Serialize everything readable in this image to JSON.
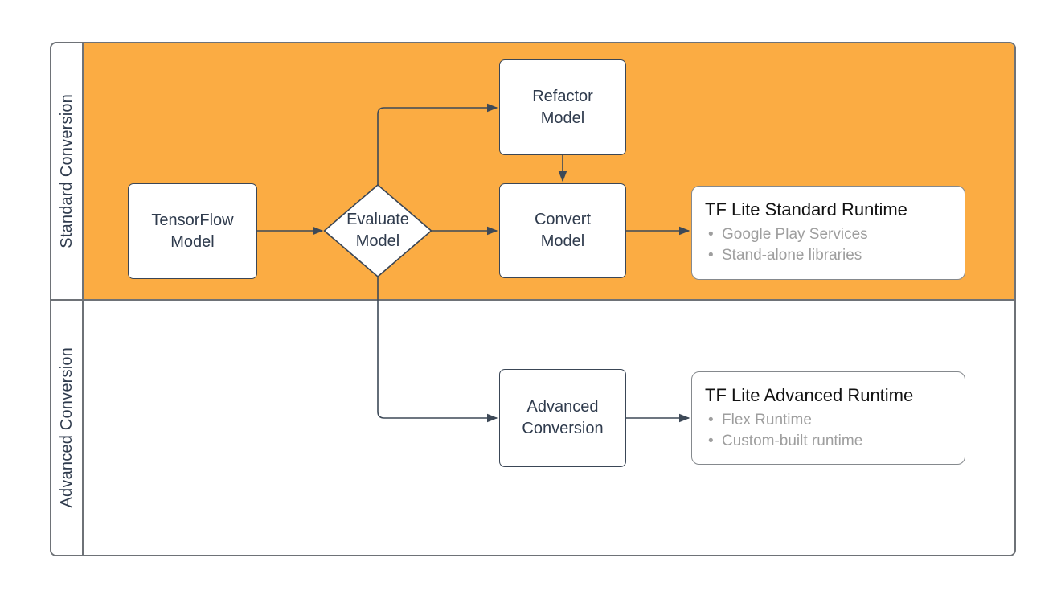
{
  "diagram": {
    "type": "flowchart-swimlane",
    "colors": {
      "standard_lane_fill": "#FBAC43",
      "advanced_lane_fill": "#FFFFFF",
      "pool_border": "#6E7277",
      "node_border": "#3A4656",
      "connector": "#3D4957",
      "runtime_box_border": "#85898D",
      "node_text": "#2F3B4D",
      "runtime_title_text": "#121212",
      "runtime_bullet_text": "#9E9E9E"
    },
    "lanes": [
      {
        "label": "Standard Conversion"
      },
      {
        "label": "Advanced Conversion"
      }
    ],
    "nodes": {
      "tensorflow_model": {
        "label": "TensorFlow Model",
        "shape": "rounded-rectangle",
        "lane": "Standard Conversion"
      },
      "evaluate_model": {
        "label": "Evaluate Model",
        "shape": "diamond",
        "lane": "Standard Conversion"
      },
      "refactor_model": {
        "label": "Refactor Model",
        "shape": "rounded-rectangle",
        "lane": "Standard Conversion"
      },
      "convert_model": {
        "label": "Convert Model",
        "shape": "rounded-rectangle",
        "lane": "Standard Conversion"
      },
      "advanced_conversion": {
        "label": "Advanced Conversion",
        "shape": "rounded-rectangle",
        "lane": "Advanced Conversion"
      },
      "tflite_standard_runtime": {
        "title": "TF Lite Standard Runtime",
        "bullets": [
          "Google Play Services",
          "Stand-alone libraries"
        ],
        "lane": "Standard Conversion"
      },
      "tflite_advanced_runtime": {
        "title": "TF Lite Advanced Runtime",
        "bullets": [
          "Flex Runtime",
          "Custom-built runtime"
        ],
        "lane": "Advanced Conversion"
      }
    },
    "edges": [
      {
        "from": "tensorflow_model",
        "to": "evaluate_model"
      },
      {
        "from": "evaluate_model",
        "to": "refactor_model"
      },
      {
        "from": "evaluate_model",
        "to": "convert_model"
      },
      {
        "from": "refactor_model",
        "to": "convert_model"
      },
      {
        "from": "convert_model",
        "to": "tflite_standard_runtime"
      },
      {
        "from": "evaluate_model",
        "to": "advanced_conversion"
      },
      {
        "from": "advanced_conversion",
        "to": "tflite_advanced_runtime"
      }
    ]
  }
}
